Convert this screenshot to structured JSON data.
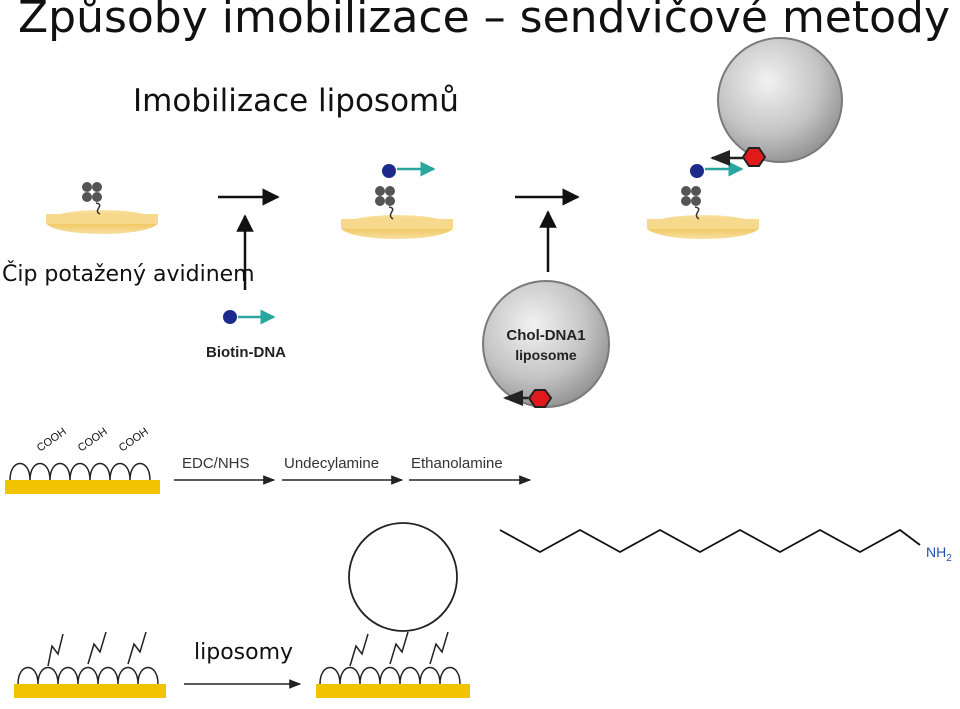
{
  "title": "Způsoby imobilizace – sendvičové metody",
  "subtitle": "Imobilizace liposomů",
  "chip_label": "Čip potažený avidinem",
  "biotin_dna_label": "Biotin-DNA",
  "liposome_label_line1": "Chol-DNA1",
  "liposome_label_line2": "liposome",
  "cooh_label": "COOH",
  "steps": [
    "EDC/NHS",
    "Undecylamine",
    "Ethanolamine"
  ],
  "amine_group": "NH",
  "amine_subscript": "2",
  "liposomy_label": "liposomy",
  "colors": {
    "surface_gold": "#f2c94c",
    "avidin_gray": "#555555",
    "biotin_blue": "#1c2a8c",
    "dna_teal": "#2aa6a0",
    "cholesterol_red": "#e01a1a",
    "liposome_gray": "#bdbdbd",
    "amine_blue": "#1f4fb0"
  }
}
